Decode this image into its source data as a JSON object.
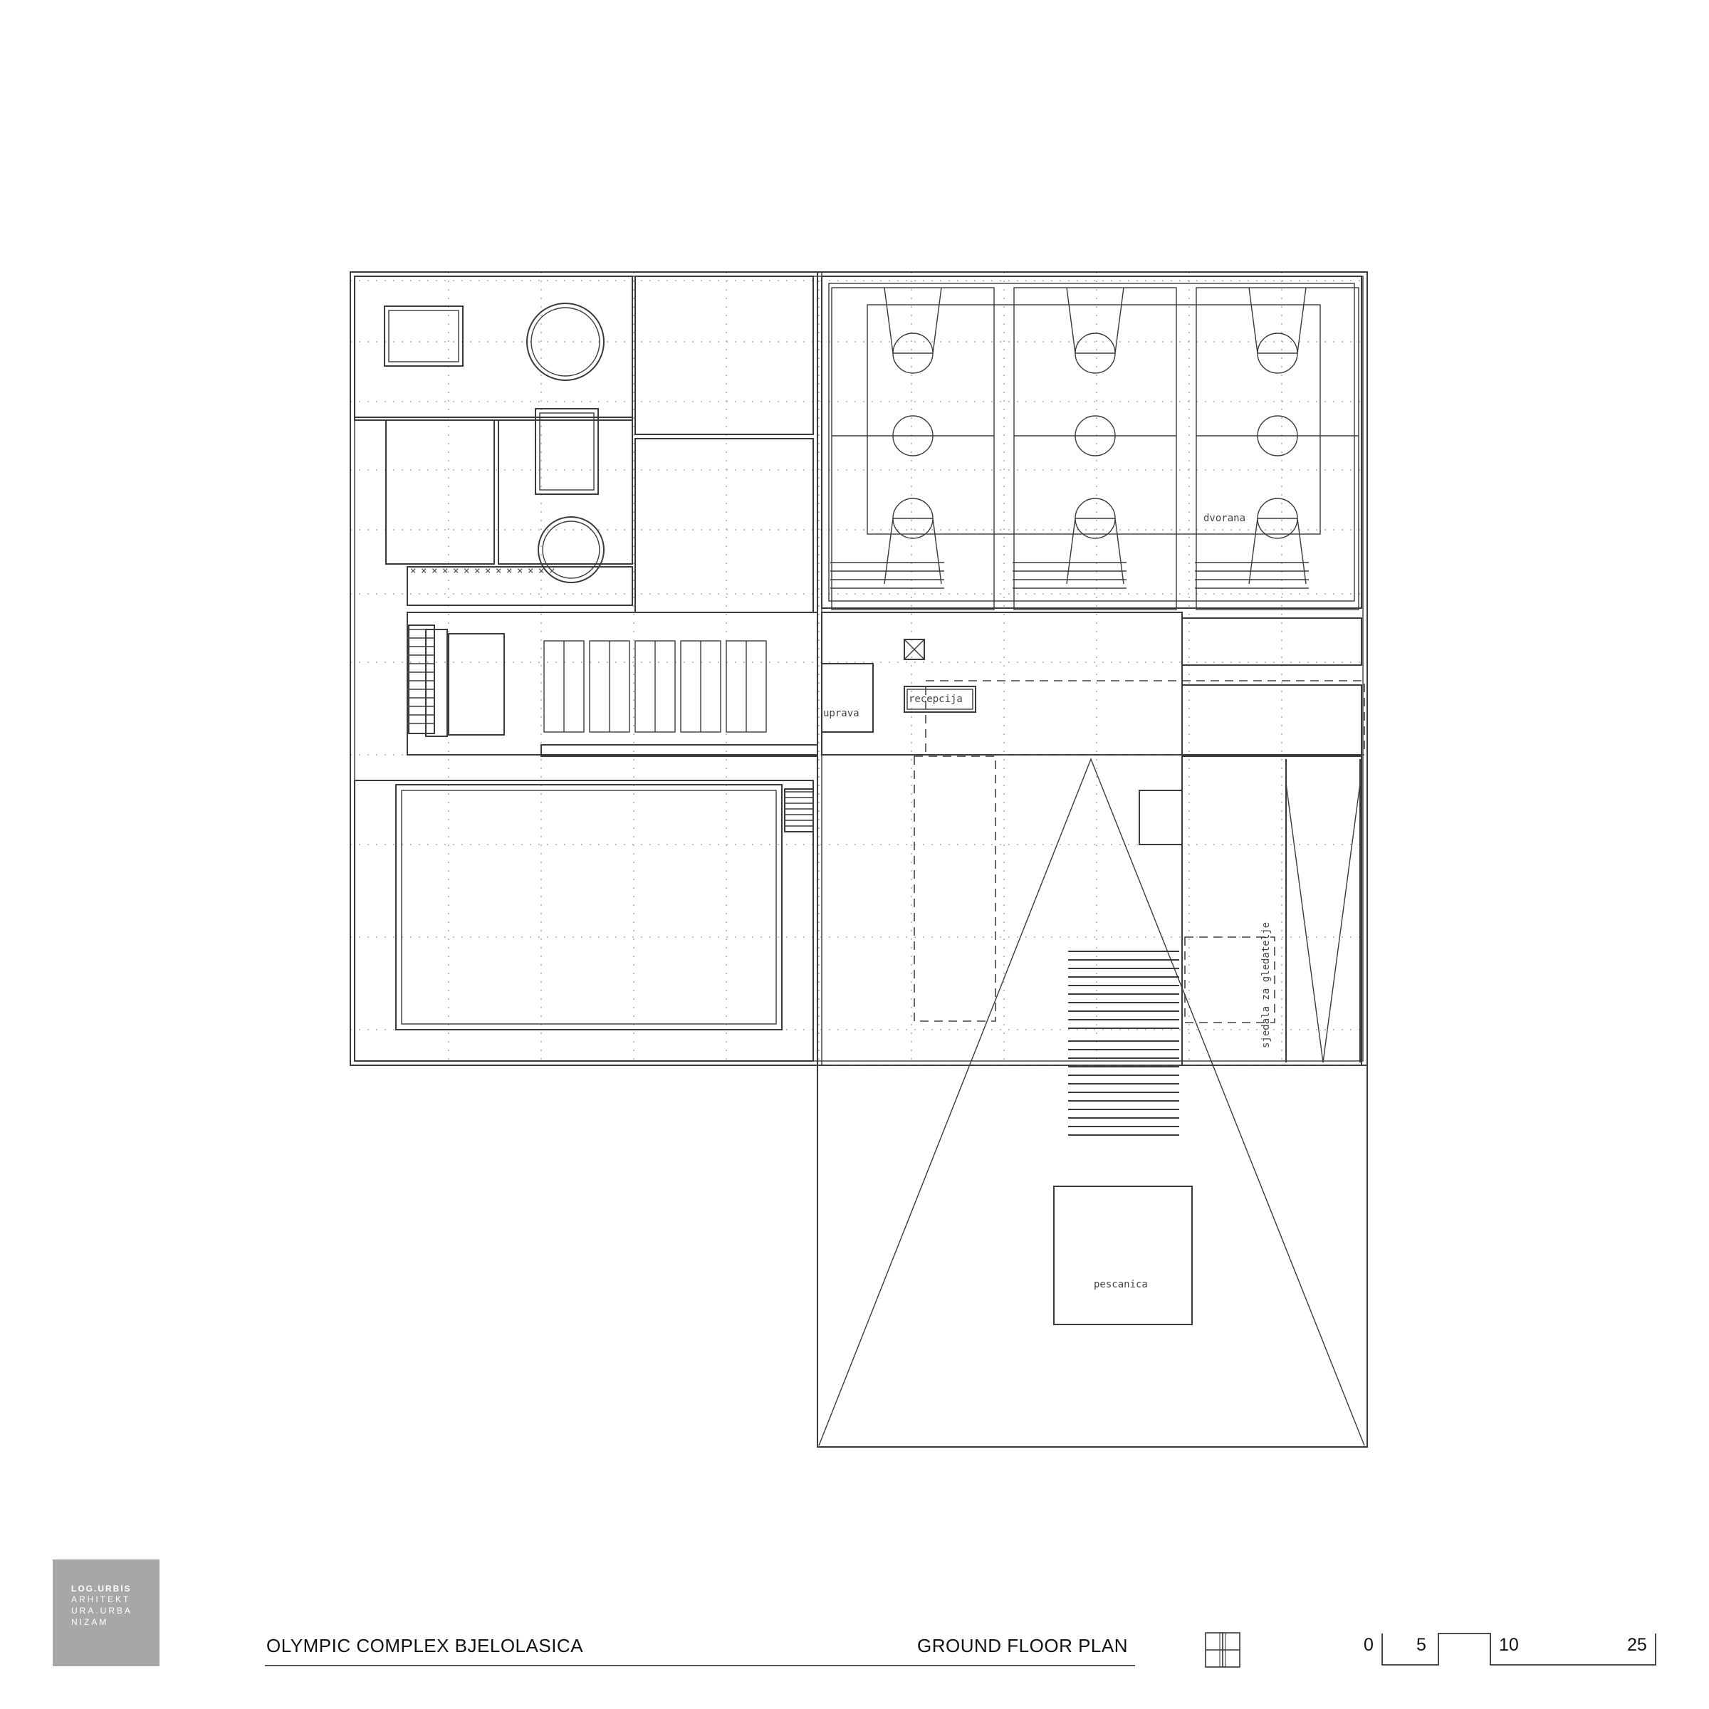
{
  "drawing": {
    "project_title": "OLYMPIC COMPLEX BJELOLASICA",
    "sheet_title": "GROUND FLOOR PLAN"
  },
  "logo": {
    "line1": "LOG.URBIS",
    "line2": "ARHITEKT",
    "line3": "URA.URBA",
    "line4": "NIZAM"
  },
  "scale_bar": {
    "labels": [
      "0",
      "5",
      "10",
      "25"
    ]
  },
  "room_labels": {
    "gym": "dvorana",
    "reception": "recepcija",
    "admin": "uprava",
    "seating": "sjedala za gledatelje",
    "sandpit": "pescanica"
  },
  "icons": {
    "north": "north-grid-icon"
  }
}
